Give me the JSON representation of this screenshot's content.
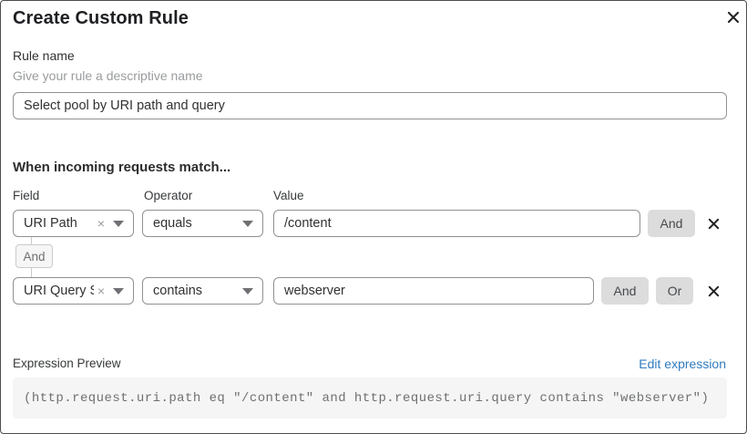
{
  "dialog": {
    "title": "Create Custom Rule"
  },
  "rule_name": {
    "label": "Rule name",
    "helper": "Give your rule a descriptive name",
    "value": "Select pool by URI path and query"
  },
  "matcher": {
    "heading": "When incoming requests match...",
    "columns": {
      "field": "Field",
      "operator": "Operator",
      "value": "Value"
    },
    "rows": [
      {
        "field": "URI Path",
        "operator": "equals",
        "value": "/content",
        "and_label": "And"
      },
      {
        "field": "URI Query St...",
        "operator": "contains",
        "value": "webserver",
        "and_label": "And",
        "or_label": "Or"
      }
    ],
    "connector_label": "And",
    "clear_glyph": "×"
  },
  "expression": {
    "label": "Expression Preview",
    "edit_link": "Edit expression",
    "code": "(http.request.uri.path eq \"/content\" and http.request.uri.query contains \"webserver\")"
  },
  "colors": {
    "link_blue": "#2f7bbf",
    "button_gray": "#dcdcdd",
    "code_background": "#f5f5f5",
    "dialog_border": "#4d4d4d",
    "input_border": "#8f9194"
  }
}
